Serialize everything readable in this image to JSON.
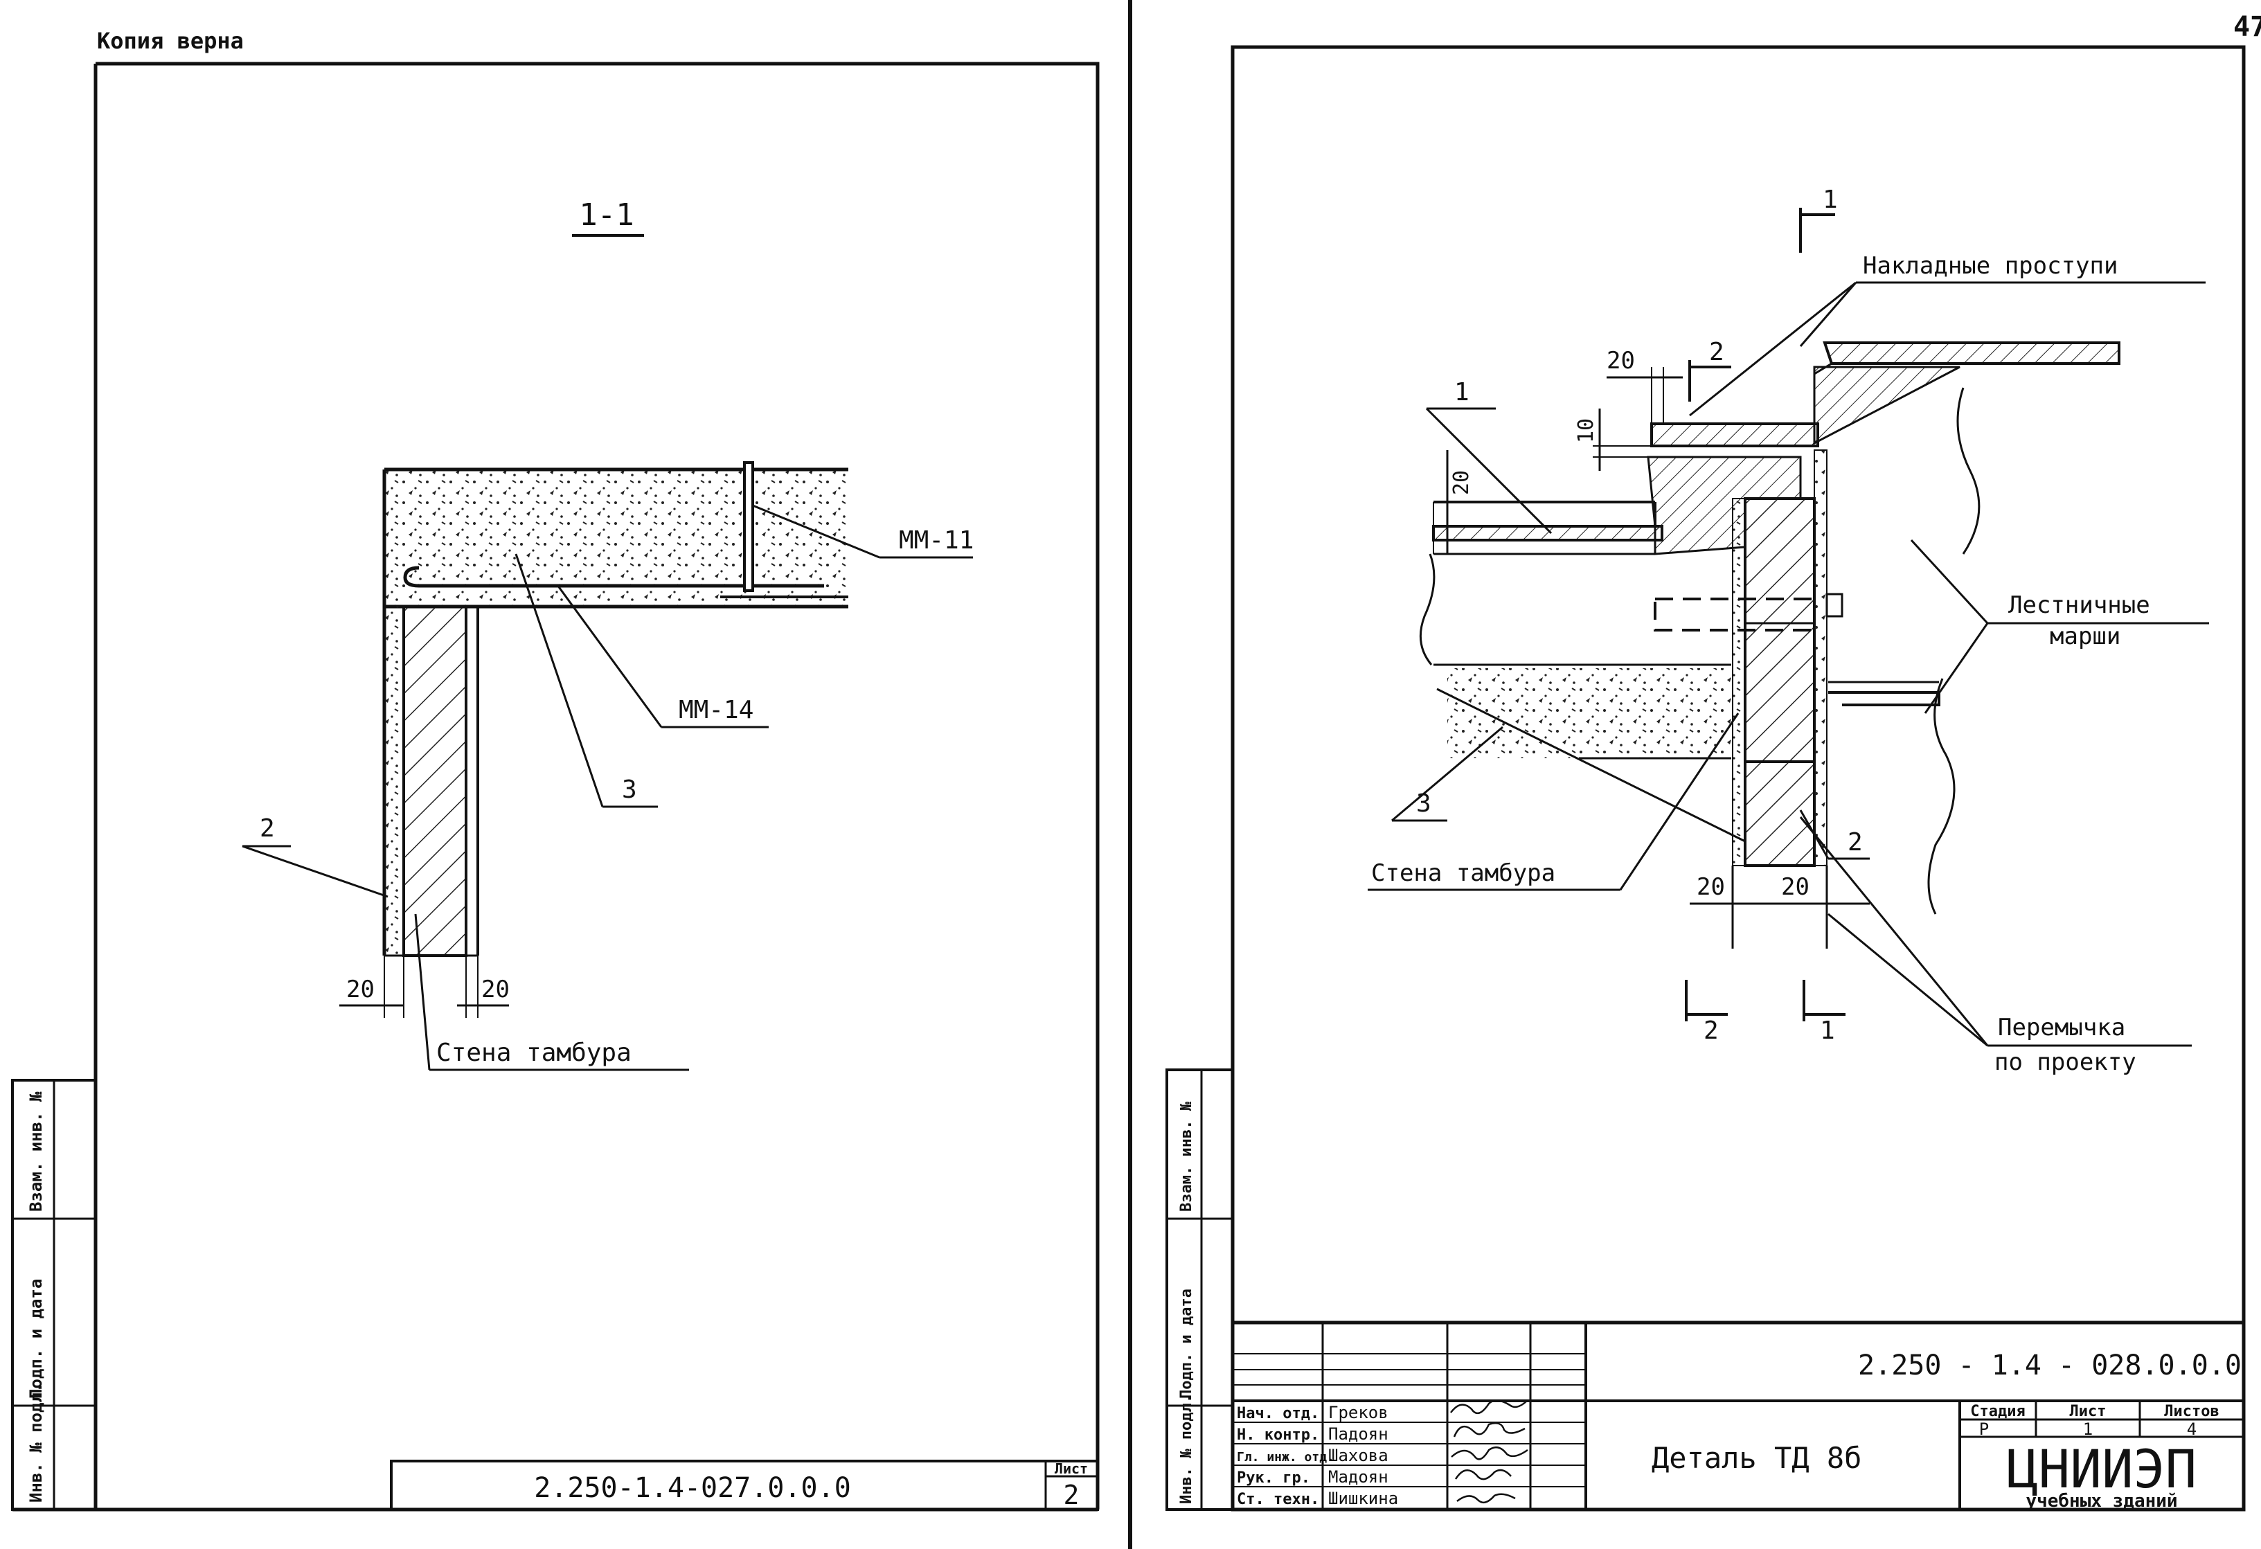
{
  "page_number": "47",
  "left_sheet": {
    "copy_note": "Копия верна",
    "section_label": "1-1",
    "labels": {
      "mm11": "ММ-11",
      "mm14": "ММ-14",
      "n3": "3",
      "n2": "2",
      "dim_left": "20",
      "dim_right": "20",
      "wall": "Стена тамбура"
    },
    "stamp": {
      "code": "2.250-1.4-027.0.0.0",
      "sheet_label": "Лист",
      "sheet_no": "2"
    },
    "side_stamp": {
      "inv_podl": "Инв. № подл.",
      "podp_data": "Подп. и дата",
      "vzam_inv": "Взам. инв. №"
    }
  },
  "right_sheet": {
    "labels": {
      "cut1_top": "1",
      "nakladnye": "Накладные проступи",
      "dim_20_top": "20",
      "cut2_top": "2",
      "dim_10": "10",
      "n1": "1",
      "dim_20_left": "20",
      "marshi_1": "Лестничные",
      "marshi_2": "марши",
      "n3": "3",
      "wall": "Стена тамбура",
      "dim_20_a": "20",
      "dim_20_b": "20",
      "n2": "2",
      "cut2_bottom": "2",
      "cut1_bottom": "1",
      "peremychka_1": "Перемычка",
      "peremychka_2": "по проекту"
    },
    "side_stamp": {
      "inv_podl": "Инв. № подл.",
      "podp_data": "Подп. и дата",
      "vzam_inv": "Взам. инв. №"
    },
    "title_block": {
      "code": "2.250 - 1.4 - 028.0.0.0",
      "title": "Деталь ТД 8б",
      "stadia_h": "Стадия",
      "list_h": "Лист",
      "listov_h": "Листов",
      "stadia": "Р",
      "list": "1",
      "listov": "4",
      "org": "ЦНИИЭП",
      "org_sub": "учебных зданий",
      "signatures": [
        {
          "role": "Нач. отд.",
          "name": "Греков"
        },
        {
          "role": "Н. контр.",
          "name": "Падоян"
        },
        {
          "role": "Гл. инж. отд.",
          "name": "Шахова"
        },
        {
          "role": "Рук. гр.",
          "name": "Мадоян"
        },
        {
          "role": "Ст. техн.",
          "name": "Шишкина"
        }
      ]
    }
  }
}
